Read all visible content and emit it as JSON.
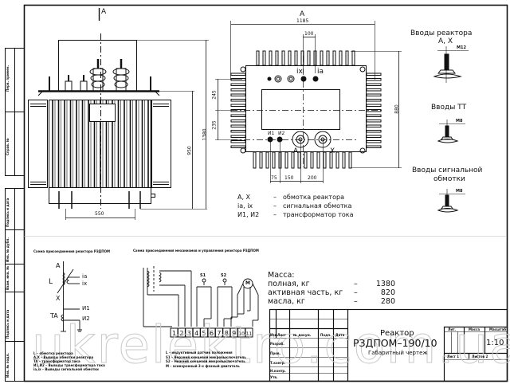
{
  "section_mark": "A",
  "side_stamp": {
    "upper": [
      "Перв. примен.",
      "Справ. №"
    ],
    "lower": [
      "Инв. № подл.",
      "Подпись и дата",
      "Взам. инв. №",
      "Инв. № дубл.",
      "Подпись и дата"
    ]
  },
  "front_view": {
    "dim_height_total": "1380",
    "dim_height_tank": "950",
    "dim_wheel_base": "550"
  },
  "top_view": {
    "section_label": "A",
    "dim_width": "1185",
    "dim_bushing_spacing": "100",
    "dim_depth": "880",
    "dim_offset_upper": "245",
    "dim_offset_lower": "235",
    "dim_bottom": [
      "75",
      "150",
      "200"
    ],
    "terminal_labels": {
      "ix": "ix",
      "ia": "ia",
      "i1": "И1",
      "i2": "И2",
      "a": "A",
      "x": "X"
    }
  },
  "legend_terminals": [
    {
      "key": "A, X",
      "dash": "–",
      "desc": "обмотка реактора"
    },
    {
      "key": "ia, ix",
      "dash": "–",
      "desc": "сигнальная обмотка"
    },
    {
      "key": "И1, И2",
      "dash": "–",
      "desc": "трансформатор тока"
    }
  ],
  "bushing_details": [
    {
      "title": "Вводы реактора",
      "subtitle": "A, X",
      "thread": "M12"
    },
    {
      "title": "Вводы ТТ",
      "subtitle": "",
      "thread": "M8"
    },
    {
      "title": "Вводы сигнальной",
      "subtitle": "обмотки",
      "thread": "M8"
    }
  ],
  "schematic_connection": {
    "title": "Схема присоединения реактора РЗДПОМ",
    "labels": {
      "a": "A",
      "l": "L",
      "ia": "ia",
      "ix": "ix",
      "x": "X",
      "ta": "TA",
      "i1": "И1",
      "i2": "И2"
    },
    "notes": [
      "L – обмотка реактора",
      "A,X – Выводы обмотки реактора",
      "TA – трансформатор тока",
      "И1,И2 – Выводы трансформатора тока",
      "ia,ix – Выводы сигнальной обмотки"
    ]
  },
  "schematic_control": {
    "title": "Схема присоединения механизмов и управления реактора РЗДПОМ",
    "switches": [
      "S1",
      "S2"
    ],
    "motor": "M",
    "terminals": [
      "1",
      "2",
      "3",
      "4",
      "5",
      "6",
      "7",
      "8",
      "9",
      "10",
      "11"
    ],
    "notes": [
      "L – индуктивный датчик положения",
      "S1 – Верхний концевой микровыключатель",
      "S2 – Нижний концевой микровыключатель",
      "M – асинхронный 3-х фазный двигатель"
    ]
  },
  "mass": {
    "title": "Масса:",
    "rows": [
      {
        "label": "полная, кг",
        "dash": "–",
        "value": "1380"
      },
      {
        "label": "активная часть, кг",
        "dash": "–",
        "value": "820"
      },
      {
        "label": "масла, кг",
        "dash": "–",
        "value": "280"
      }
    ]
  },
  "title_block": {
    "name": "Реактор",
    "model": "РЗДПОМ–190/10",
    "doc_type": "Габаритный чертеж",
    "scale": "1:10",
    "col_headers": [
      "Изм.",
      "Лист",
      "№ докум.",
      "Подп.",
      "Дата"
    ],
    "row_labels": [
      "Разраб.",
      "Пров.",
      "Т.контр.",
      "Н.контр.",
      "Утв."
    ],
    "right_headers": [
      "Лит.",
      "Масса",
      "Масштаб"
    ],
    "sheet": "Лист 1",
    "sheets": "Листов 2"
  },
  "watermark": "ukrelektro.com.ua"
}
